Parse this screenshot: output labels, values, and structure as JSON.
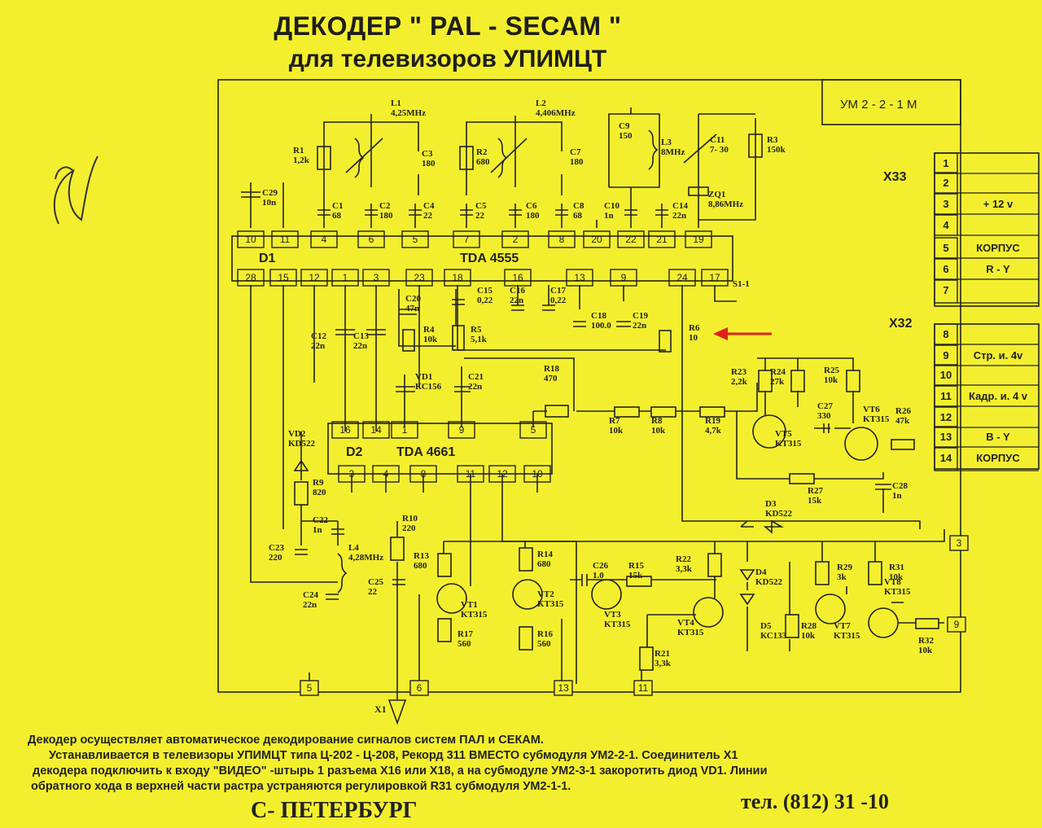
{
  "title_line1": "ДЕКОДЕР \" PAL - SECAM \"",
  "title_line2": "для телевизоров УПИМЦТ",
  "module_id": "УМ 2 - 2 - 1 М",
  "connector_x33": "X33",
  "connector_x32": "X32",
  "connector_pins": [
    {
      "num": "1",
      "label": ""
    },
    {
      "num": "2",
      "label": ""
    },
    {
      "num": "3",
      "label": "+ 12 v"
    },
    {
      "num": "4",
      "label": ""
    },
    {
      "num": "5",
      "label": "КОРПУС"
    },
    {
      "num": "6",
      "label": "R - Y"
    },
    {
      "num": "7",
      "label": ""
    },
    {
      "num": "8",
      "label": ""
    },
    {
      "num": "9",
      "label": "Стр. и. 4v"
    },
    {
      "num": "10",
      "label": ""
    },
    {
      "num": "11",
      "label": "Кадр. и. 4 v"
    },
    {
      "num": "12",
      "label": ""
    },
    {
      "num": "13",
      "label": "B - Y"
    },
    {
      "num": "14",
      "label": "КОРПУС"
    }
  ],
  "chips": {
    "d1": {
      "ref": "D1",
      "name": "TDA 4555",
      "top_pins": [
        "10",
        "11",
        "4",
        "6",
        "5",
        "7",
        "2",
        "8",
        "20",
        "22",
        "21",
        "19"
      ],
      "bottom_pins": [
        "28",
        "15",
        "12",
        "1",
        "3",
        "23",
        "18",
        "16",
        "13",
        "9",
        "24",
        "17"
      ]
    },
    "d2": {
      "ref": "D2",
      "name": "TDA 4661",
      "top_pins": [
        "16",
        "14",
        "1",
        "9",
        "5"
      ],
      "bottom_pins": [
        "3",
        "4",
        "8",
        "11",
        "12",
        "10"
      ]
    }
  },
  "components": [
    {
      "ref": "L1",
      "value": "4,25MHz"
    },
    {
      "ref": "L2",
      "value": "4,406MHz"
    },
    {
      "ref": "R1",
      "value": "1,2k"
    },
    {
      "ref": "C3",
      "value": "180"
    },
    {
      "ref": "R2",
      "value": "680"
    },
    {
      "ref": "C7",
      "value": "180"
    },
    {
      "ref": "C9",
      "value": "150"
    },
    {
      "ref": "L3",
      "value": "8MHz"
    },
    {
      "ref": "C11",
      "value": "7- 30"
    },
    {
      "ref": "R3",
      "value": "150k"
    },
    {
      "ref": "C29",
      "value": "10n"
    },
    {
      "ref": "C1",
      "value": "68"
    },
    {
      "ref": "C2",
      "value": "180"
    },
    {
      "ref": "C4",
      "value": "22"
    },
    {
      "ref": "C5",
      "value": "22"
    },
    {
      "ref": "C6",
      "value": "180"
    },
    {
      "ref": "C8",
      "value": "68"
    },
    {
      "ref": "C10",
      "value": "1n"
    },
    {
      "ref": "C14",
      "value": "22n"
    },
    {
      "ref": "ZQ1",
      "value": "8,86MHz"
    },
    {
      "ref": "C20",
      "value": "47n"
    },
    {
      "ref": "C15",
      "value": "0,22"
    },
    {
      "ref": "C16",
      "value": "22n"
    },
    {
      "ref": "C17",
      "value": "0,22"
    },
    {
      "ref": "C18",
      "value": "100.0"
    },
    {
      "ref": "C19",
      "value": "22n"
    },
    {
      "ref": "R6",
      "value": "10"
    },
    {
      "ref": "R4",
      "value": "10k"
    },
    {
      "ref": "R5",
      "value": "5,1k"
    },
    {
      "ref": "C12",
      "value": "22n"
    },
    {
      "ref": "C13",
      "value": "22n"
    },
    {
      "ref": "VD1",
      "value": "КС156"
    },
    {
      "ref": "C21",
      "value": "22n"
    },
    {
      "ref": "R18",
      "value": "470"
    },
    {
      "ref": "VD2",
      "value": "KD522"
    },
    {
      "ref": "R23",
      "value": "2,2k"
    },
    {
      "ref": "R24",
      "value": "27k"
    },
    {
      "ref": "R25",
      "value": "10k"
    },
    {
      "ref": "C27",
      "value": "330"
    },
    {
      "ref": "VT6",
      "value": "KT315"
    },
    {
      "ref": "R26",
      "value": "47k"
    },
    {
      "ref": "R7",
      "value": "10k"
    },
    {
      "ref": "R8",
      "value": "10k"
    },
    {
      "ref": "R19",
      "value": "4,7k"
    },
    {
      "ref": "VT5",
      "value": "KT315"
    },
    {
      "ref": "R27",
      "value": "15k"
    },
    {
      "ref": "C28",
      "value": "1n"
    },
    {
      "ref": "D3",
      "value": "KD522"
    },
    {
      "ref": "R9",
      "value": "820"
    },
    {
      "ref": "C22",
      "value": "1n"
    },
    {
      "ref": "L4",
      "value": "4,28MHz"
    },
    {
      "ref": "R10",
      "value": "220"
    },
    {
      "ref": "C23",
      "value": "220"
    },
    {
      "ref": "C25",
      "value": "22"
    },
    {
      "ref": "C24",
      "value": "22n"
    },
    {
      "ref": "R13",
      "value": "680"
    },
    {
      "ref": "R14",
      "value": "680"
    },
    {
      "ref": "C26",
      "value": "1.0"
    },
    {
      "ref": "R15",
      "value": "15k"
    },
    {
      "ref": "R22",
      "value": "3,3k"
    },
    {
      "ref": "D4",
      "value": "KD522"
    },
    {
      "ref": "R29",
      "value": "3k"
    },
    {
      "ref": "R31",
      "value": "10k"
    },
    {
      "ref": "VT1",
      "value": "KT315"
    },
    {
      "ref": "VT2",
      "value": "KT315"
    },
    {
      "ref": "VT3",
      "value": "KT315"
    },
    {
      "ref": "VT4",
      "value": "KT315"
    },
    {
      "ref": "D5",
      "value": "КС133"
    },
    {
      "ref": "R28",
      "value": "10k"
    },
    {
      "ref": "VT7",
      "value": "KT315"
    },
    {
      "ref": "VT8",
      "value": "KT315"
    },
    {
      "ref": "R17",
      "value": "560"
    },
    {
      "ref": "R16",
      "value": "560"
    },
    {
      "ref": "R21",
      "value": "3,3k"
    },
    {
      "ref": "R32",
      "value": "10k"
    }
  ],
  "switch_label": "S1-1",
  "edge_pins": [
    "5",
    "6",
    "13",
    "11",
    "3",
    "9"
  ],
  "input_label": "X1",
  "footer_line1": "Декодер осуществляет автоматическое декодирование сигналов систем ПАЛ и СЕКАМ.",
  "footer_line2": "Устанавливается в телевизоры УПИМЦТ типа Ц-202 - Ц-208, Рекорд 311 ВМЕСТО субмодуля УМ2-2-1. Соединитель X1",
  "footer_line3": "декодера подключить к входу \"ВИДЕО\" -штырь 1 разъема X16 или X18, а на субмодуле УМ2-3-1 закоротить диод VD1. Линии",
  "footer_line4": "обратного хода в верхней части растра устраняются регулировкой R31 субмодуля УМ2-1-1.",
  "city": "С- ПЕТЕРБУРГ",
  "phone": "тел. (812) 31      -10",
  "colors": {
    "paper": "#f3ef2e",
    "ink": "#222222",
    "arrow": "#e0201c"
  }
}
